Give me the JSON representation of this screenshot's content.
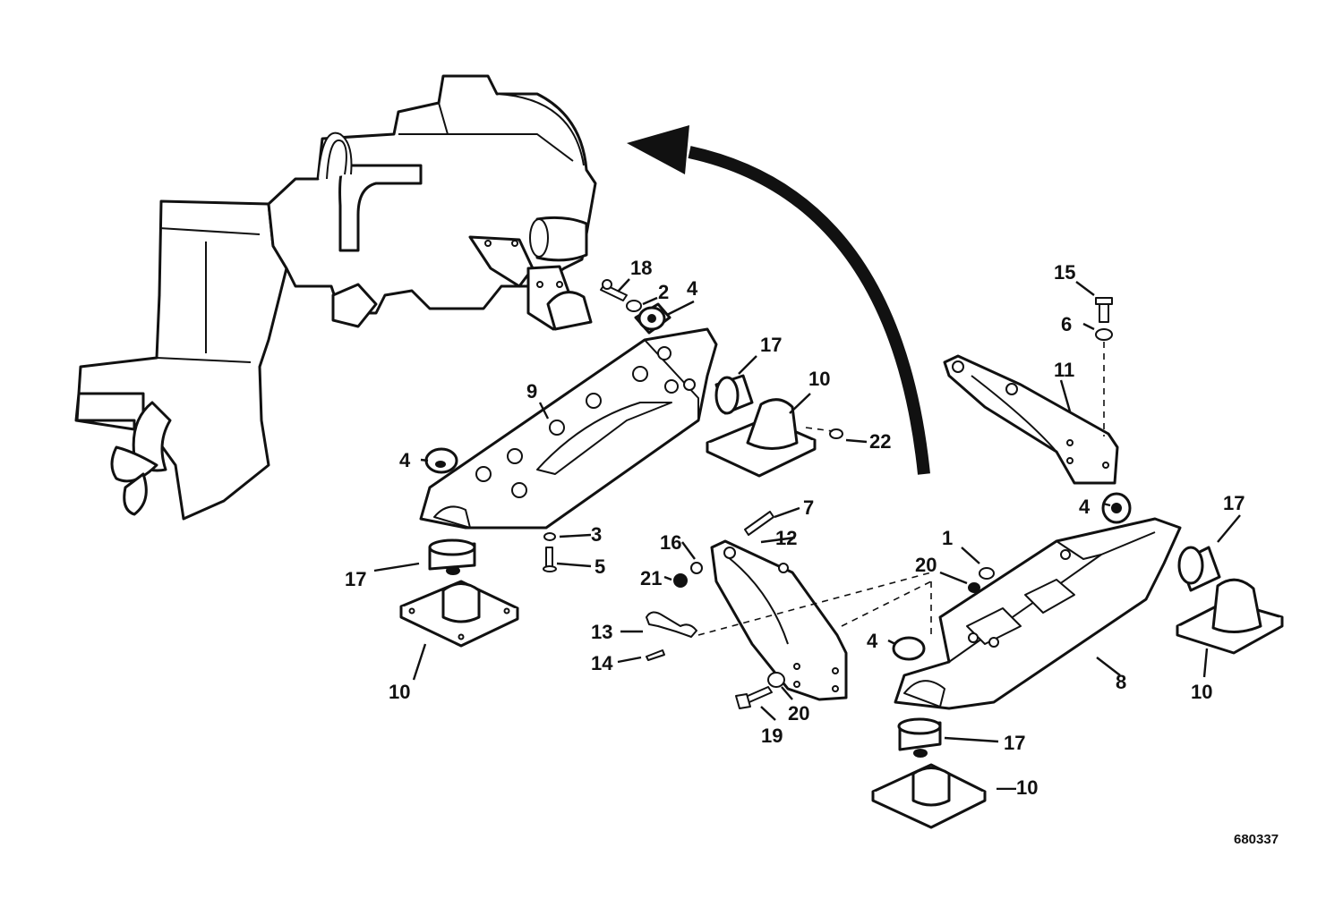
{
  "figure_number": "680337",
  "callouts": [
    {
      "id": "c1",
      "label": "1"
    },
    {
      "id": "c2",
      "label": "2"
    },
    {
      "id": "c3",
      "label": "3"
    },
    {
      "id": "c4a",
      "label": "4"
    },
    {
      "id": "c4b",
      "label": "4"
    },
    {
      "id": "c4c",
      "label": "4"
    },
    {
      "id": "c4d",
      "label": "4"
    },
    {
      "id": "c5",
      "label": "5"
    },
    {
      "id": "c6",
      "label": "6"
    },
    {
      "id": "c7",
      "label": "7"
    },
    {
      "id": "c8",
      "label": "8"
    },
    {
      "id": "c9",
      "label": "9"
    },
    {
      "id": "c10a",
      "label": "10"
    },
    {
      "id": "c10b",
      "label": "10"
    },
    {
      "id": "c10c",
      "label": "10"
    },
    {
      "id": "c10d",
      "label": "—10"
    },
    {
      "id": "c11",
      "label": "11"
    },
    {
      "id": "c12",
      "label": "12"
    },
    {
      "id": "c13",
      "label": "13"
    },
    {
      "id": "c14",
      "label": "14"
    },
    {
      "id": "c15",
      "label": "15"
    },
    {
      "id": "c16",
      "label": "16"
    },
    {
      "id": "c17a",
      "label": "17"
    },
    {
      "id": "c17b",
      "label": "17"
    },
    {
      "id": "c17c",
      "label": "17"
    },
    {
      "id": "c17d",
      "label": "17"
    },
    {
      "id": "c18",
      "label": "18"
    },
    {
      "id": "c19",
      "label": "19"
    },
    {
      "id": "c20a",
      "label": "20"
    },
    {
      "id": "c20b",
      "label": "20"
    },
    {
      "id": "c21",
      "label": "21"
    },
    {
      "id": "c22",
      "label": "22"
    }
  ]
}
